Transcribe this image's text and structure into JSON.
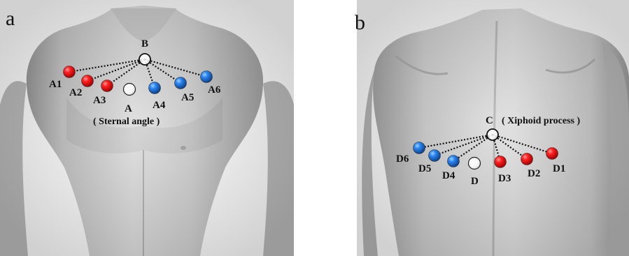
{
  "panels": {
    "a": {
      "letter": "a",
      "apex": "B",
      "center_label": "A",
      "note": "( Sternal angle )",
      "points": [
        {
          "label": "A1",
          "color": "red"
        },
        {
          "label": "A2",
          "color": "red"
        },
        {
          "label": "A3",
          "color": "red"
        },
        {
          "label": "A4",
          "color": "blue"
        },
        {
          "label": "A5",
          "color": "blue"
        },
        {
          "label": "A6",
          "color": "blue"
        }
      ]
    },
    "b": {
      "letter": "b",
      "apex": "C",
      "center_label": "D",
      "note": "( Xiphoid process )",
      "points": [
        {
          "label": "D6",
          "color": "blue"
        },
        {
          "label": "D5",
          "color": "blue"
        },
        {
          "label": "D4",
          "color": "blue"
        },
        {
          "label": "D3",
          "color": "red"
        },
        {
          "label": "D2",
          "color": "red"
        },
        {
          "label": "D1",
          "color": "red"
        }
      ]
    }
  },
  "colors": {
    "red": "#e01010",
    "blue": "#1c6fd6",
    "white": "#ffffff",
    "skin_light": "#e6e6e6",
    "skin_mid": "#c9c9c9",
    "skin_dark": "#9c9c9c"
  }
}
